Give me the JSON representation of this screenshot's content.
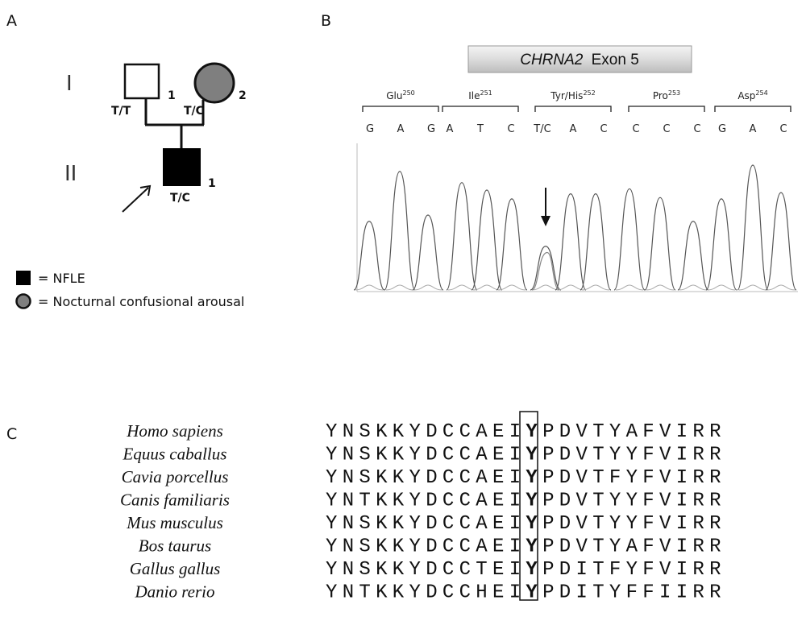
{
  "panel_labels": {
    "a": "A",
    "b": "B",
    "c": "C"
  },
  "pedigree": {
    "generations": [
      "I",
      "II"
    ],
    "father": {
      "number": "1",
      "genotype": "T/T"
    },
    "mother": {
      "number": "2",
      "genotype": "T/C"
    },
    "proband": {
      "number": "1",
      "genotype": "T/C"
    }
  },
  "legend": {
    "nfle": "= NFLE",
    "arousal": "= Nocturnal confusional arousal"
  },
  "chromatogram": {
    "gene": "CHRNA2",
    "exon": "Exon 5",
    "codons": [
      {
        "aa": "Glu",
        "pos": "250",
        "bases": [
          "G",
          "A",
          "G"
        ]
      },
      {
        "aa": "Ile",
        "pos": "251",
        "bases": [
          "A",
          "T",
          "C"
        ]
      },
      {
        "aa": "Tyr/His",
        "pos": "252",
        "bases": [
          "T/C",
          "A",
          "C"
        ]
      },
      {
        "aa": "Pro",
        "pos": "253",
        "bases": [
          "C",
          "C",
          "C"
        ]
      },
      {
        "aa": "Asp",
        "pos": "254",
        "bases": [
          "G",
          "A",
          "C"
        ]
      }
    ],
    "peak_heights": [
      0.55,
      0.95,
      0.6,
      0.86,
      0.8,
      0.73,
      0.35,
      0.77,
      0.77,
      0.81,
      0.74,
      0.55,
      0.73,
      1.0,
      0.78
    ]
  },
  "alignment": {
    "highlight_index": 12,
    "rows": [
      {
        "species": "Homo sapiens",
        "seq": "YNSKKYDCCAEIYPDVTYAFVIRR"
      },
      {
        "species": "Equus caballus",
        "seq": "YNSKKYDCCAEIYPDVTYYFVIRR"
      },
      {
        "species": "Cavia porcellus",
        "seq": "YNSKKYDCCAEIYPDVTFYFVIRR"
      },
      {
        "species": "Canis familiaris",
        "seq": "YNTKKYDCCAEIYPDVTYYFVIRR"
      },
      {
        "species": "Mus musculus",
        "seq": "YNSKKYDCCAEIYPDVTYYFVIRR"
      },
      {
        "species": "Bos taurus",
        "seq": "YNSKKYDCCAEIYPDVTYAFVIRR"
      },
      {
        "species": "Gallus gallus",
        "seq": "YNSKKYDCCTEIYPDITFYFVIRR"
      },
      {
        "species": "Danio rerio",
        "seq": "YNTKKYDCCHEIYPDITYFFIIRR"
      }
    ]
  }
}
